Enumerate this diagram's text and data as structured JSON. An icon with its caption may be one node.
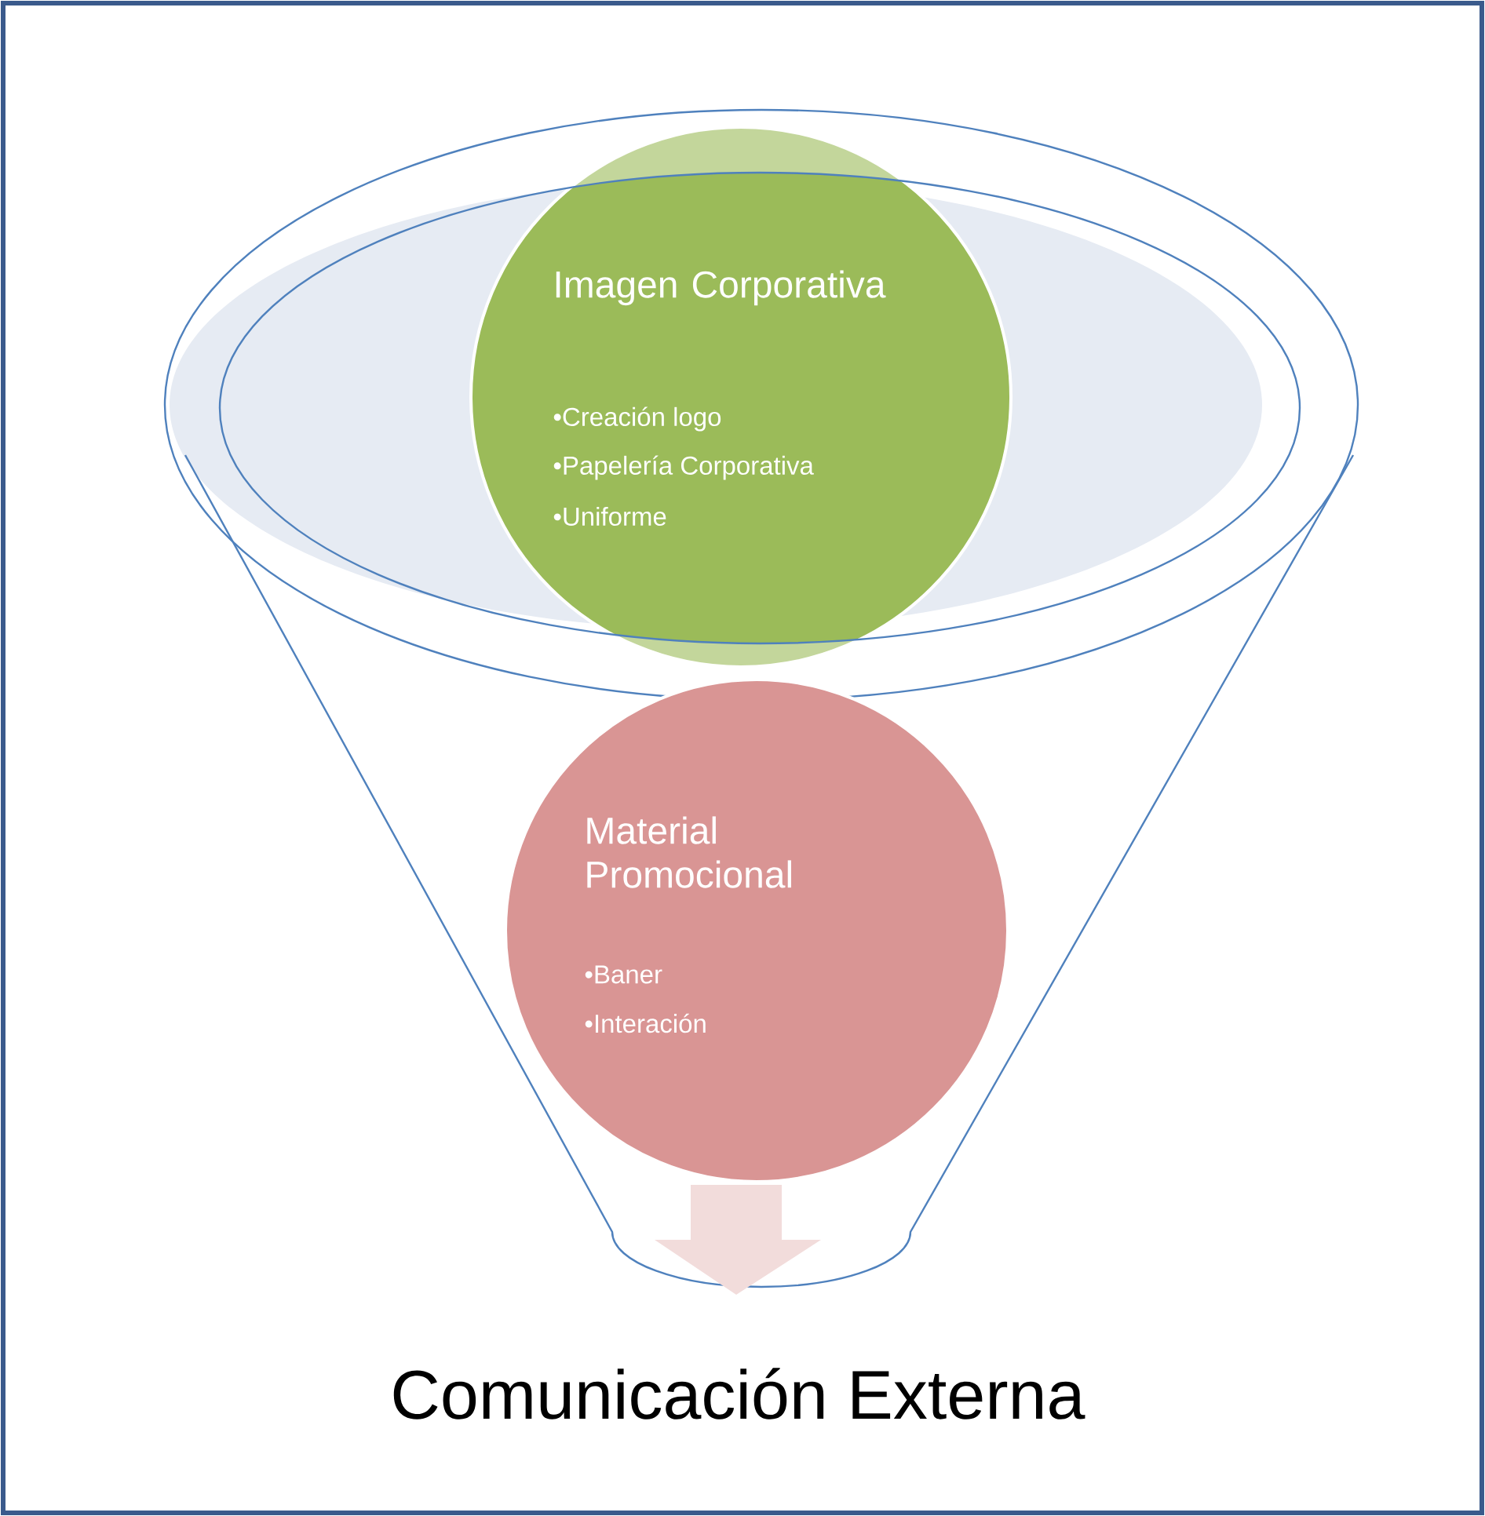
{
  "diagram": {
    "title": "Comunicación Externa",
    "nodes": [
      {
        "text": [
          "Imagen Corporativa",
          "•Creación logo",
          "•Papelería Corporativa",
          "•Uniforme"
        ]
      },
      {
        "text": [
          "Material Promocional",
          "•Baner",
          "•Interación"
        ]
      }
    ]
  }
}
